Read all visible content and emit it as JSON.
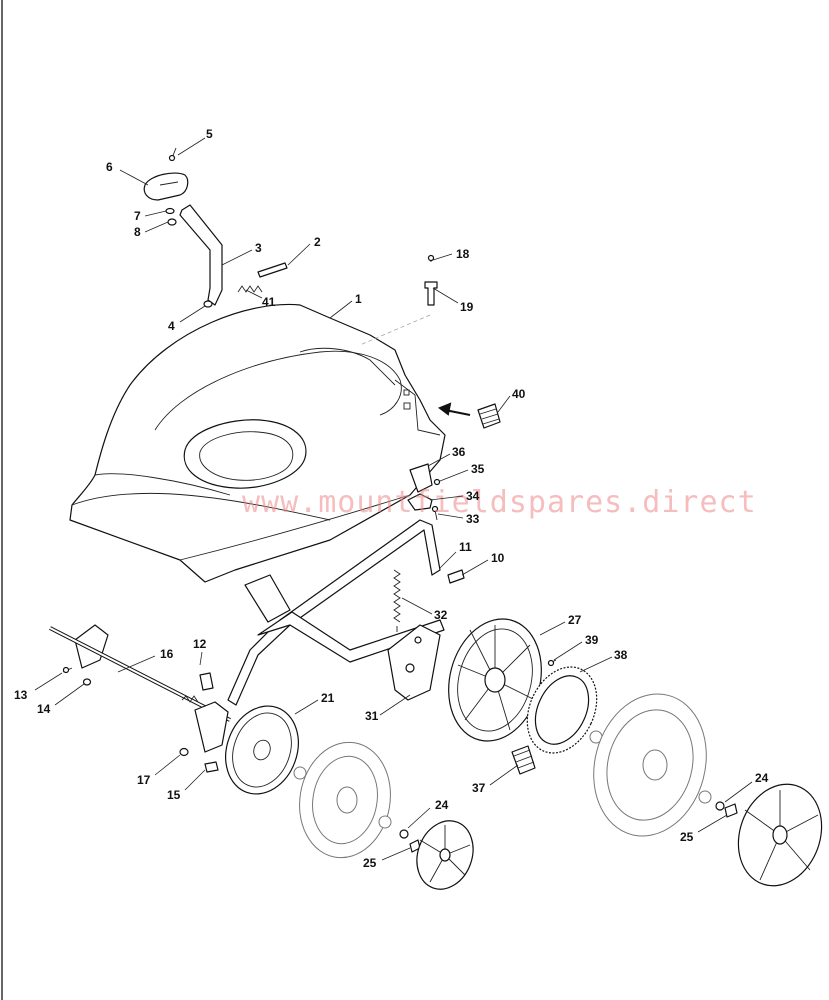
{
  "watermark": "www.mountfieldspares.direct",
  "colors": {
    "line": "#111111",
    "background": "#ffffff",
    "watermark": "#e88888"
  },
  "callouts": [
    {
      "id": "1",
      "label": "1"
    },
    {
      "id": "2",
      "label": "2"
    },
    {
      "id": "3",
      "label": "3"
    },
    {
      "id": "4",
      "label": "4"
    },
    {
      "id": "5",
      "label": "5"
    },
    {
      "id": "6",
      "label": "6"
    },
    {
      "id": "7",
      "label": "7"
    },
    {
      "id": "8",
      "label": "8"
    },
    {
      "id": "10",
      "label": "10"
    },
    {
      "id": "11",
      "label": "11"
    },
    {
      "id": "12",
      "label": "12"
    },
    {
      "id": "13",
      "label": "13"
    },
    {
      "id": "14",
      "label": "14"
    },
    {
      "id": "15",
      "label": "15"
    },
    {
      "id": "16",
      "label": "16"
    },
    {
      "id": "17",
      "label": "17"
    },
    {
      "id": "18",
      "label": "18"
    },
    {
      "id": "19",
      "label": "19"
    },
    {
      "id": "21",
      "label": "21"
    },
    {
      "id": "24a",
      "label": "24"
    },
    {
      "id": "24b",
      "label": "24"
    },
    {
      "id": "25a",
      "label": "25"
    },
    {
      "id": "25b",
      "label": "25"
    },
    {
      "id": "27",
      "label": "27"
    },
    {
      "id": "31",
      "label": "31"
    },
    {
      "id": "32",
      "label": "32"
    },
    {
      "id": "33",
      "label": "33"
    },
    {
      "id": "34",
      "label": "34"
    },
    {
      "id": "35",
      "label": "35"
    },
    {
      "id": "36",
      "label": "36"
    },
    {
      "id": "37",
      "label": "37"
    },
    {
      "id": "38",
      "label": "38"
    },
    {
      "id": "39",
      "label": "39"
    },
    {
      "id": "40",
      "label": "40"
    },
    {
      "id": "41",
      "label": "41"
    }
  ]
}
